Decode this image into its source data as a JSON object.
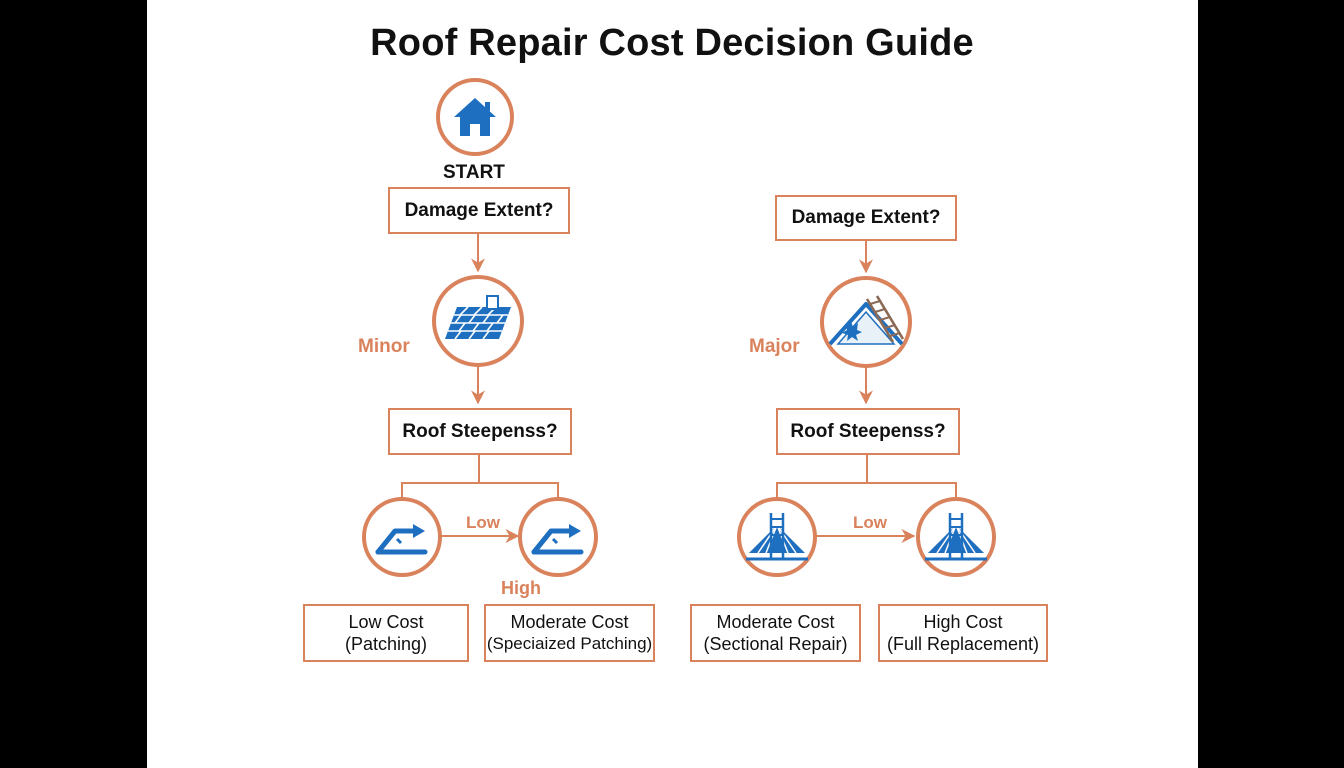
{
  "title": "Roof Repair Cost Decision Guide",
  "start_label": "START",
  "left": {
    "question1": "Damage Extent?",
    "branch": "Minor",
    "question2": "Roof Steepenss?",
    "arrow_label_low": "Low",
    "arrow_label_high": "High",
    "outcome_a": {
      "line1": "Low Cost",
      "line2": "(Patching)"
    },
    "outcome_b": {
      "line1": "Moderate Cost",
      "line2": "(Speciaized Patching)"
    }
  },
  "right": {
    "question1": "Damage Extent?",
    "branch": "Major",
    "question2": "Roof Steepenss?",
    "arrow_label_low": "Low",
    "outcome_a": {
      "line1": "Moderate Cost",
      "line2": "(Sectional Repair)"
    },
    "outcome_b": {
      "line1": "High Cost",
      "line2": "(Full Replacement)"
    }
  },
  "icons": {
    "start": "house-icon",
    "minor": "roof-shingles-icon",
    "major": "damaged-roof-ladder-icon",
    "left_low": "low-slope-roof-icon",
    "left_high": "low-slope-roof-icon",
    "right_low": "roof-ladder-icon",
    "right_high": "roof-ladder-icon"
  },
  "colors": {
    "accent": "#d9825b",
    "icon_blue": "#1f6fc0",
    "text": "#111111",
    "background": "#ffffff"
  }
}
